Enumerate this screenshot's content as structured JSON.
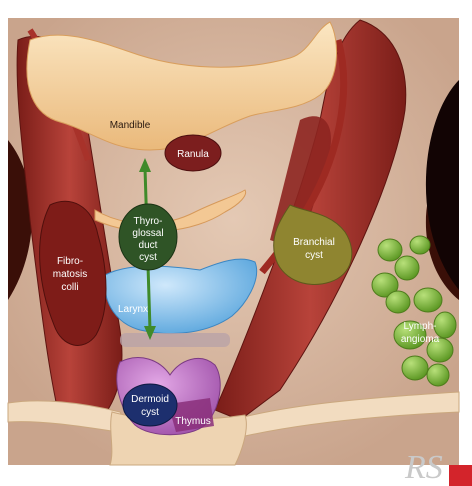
{
  "labels": {
    "mandible": "Mandible",
    "ranula": "Ranula",
    "thyroglossal": [
      "Thyro-",
      "glossal",
      "duct",
      "cyst"
    ],
    "fibromatosis": [
      "Fibro-",
      "matosis",
      "colli"
    ],
    "branchial": [
      "Branchial",
      "cyst"
    ],
    "larynx": "Larynx",
    "lymphangioma": [
      "Lymph-",
      "angioma"
    ],
    "dermoid": [
      "Dermoid",
      "cyst"
    ],
    "thymus": "Thymus"
  },
  "logo": "RS",
  "colors": {
    "background": "#3a0f08",
    "skin": "#d9bca6",
    "bone": "#f6d7a8",
    "muscle": "#9b2c24",
    "ranula": "#7c1e1e",
    "thyroglossal": "#2f5426",
    "branchial": "#8f8530",
    "larynx": "#8ec9ee",
    "lymphangioma": "#7fbf3a",
    "dermoid": "#1d2f6e",
    "thymus": "#c276c9",
    "arrow": "#3f8a2a",
    "corner": "#d3242b"
  }
}
